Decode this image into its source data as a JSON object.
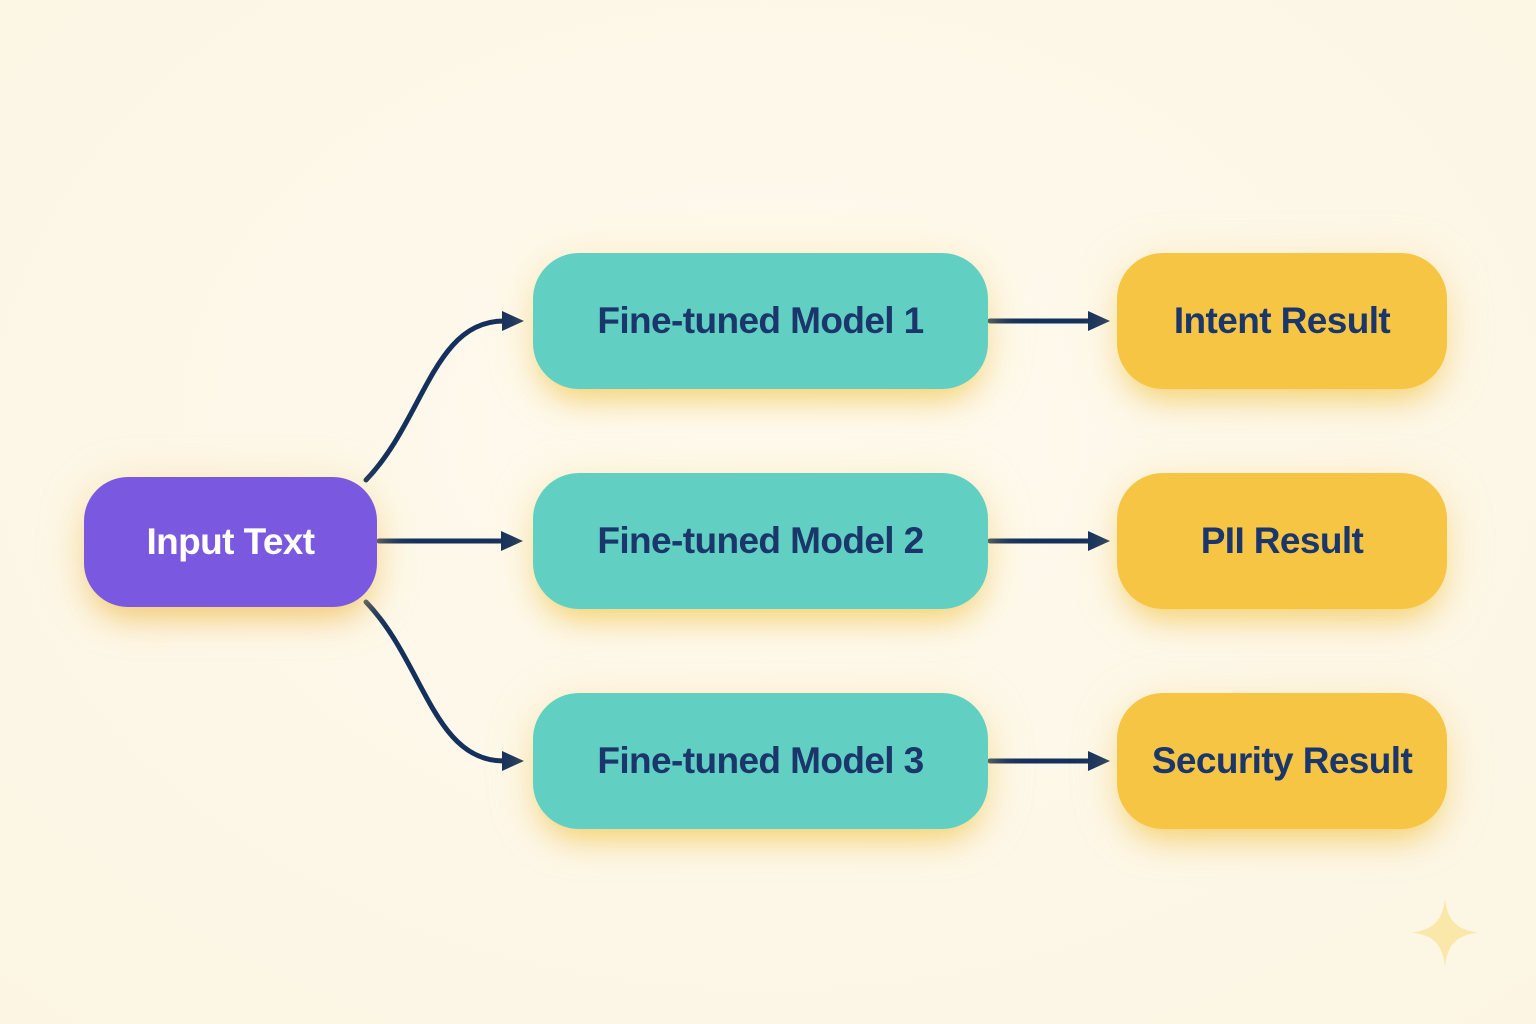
{
  "colors": {
    "background-inner": "#FEFAEE",
    "background-mid": "#FCF5E3",
    "background-outer": "#F9F0D6",
    "purple": "#7A59E0",
    "teal": "#62CFC3",
    "yellow": "#F7C544",
    "navy-text": "#1A366B",
    "arrow": "#14305C",
    "sparkle": "#FAE8AB"
  },
  "nodes": {
    "input": {
      "label": "Input Text"
    },
    "models": [
      {
        "label": "Fine-tuned Model 1"
      },
      {
        "label": "Fine-tuned Model 2"
      },
      {
        "label": "Fine-tuned Model 3"
      }
    ],
    "results": [
      {
        "label": "Intent Result"
      },
      {
        "label": "PII Result"
      },
      {
        "label": "Security Result"
      }
    ]
  },
  "icons": {
    "sparkle": "four-pointed-star-sparkle"
  }
}
